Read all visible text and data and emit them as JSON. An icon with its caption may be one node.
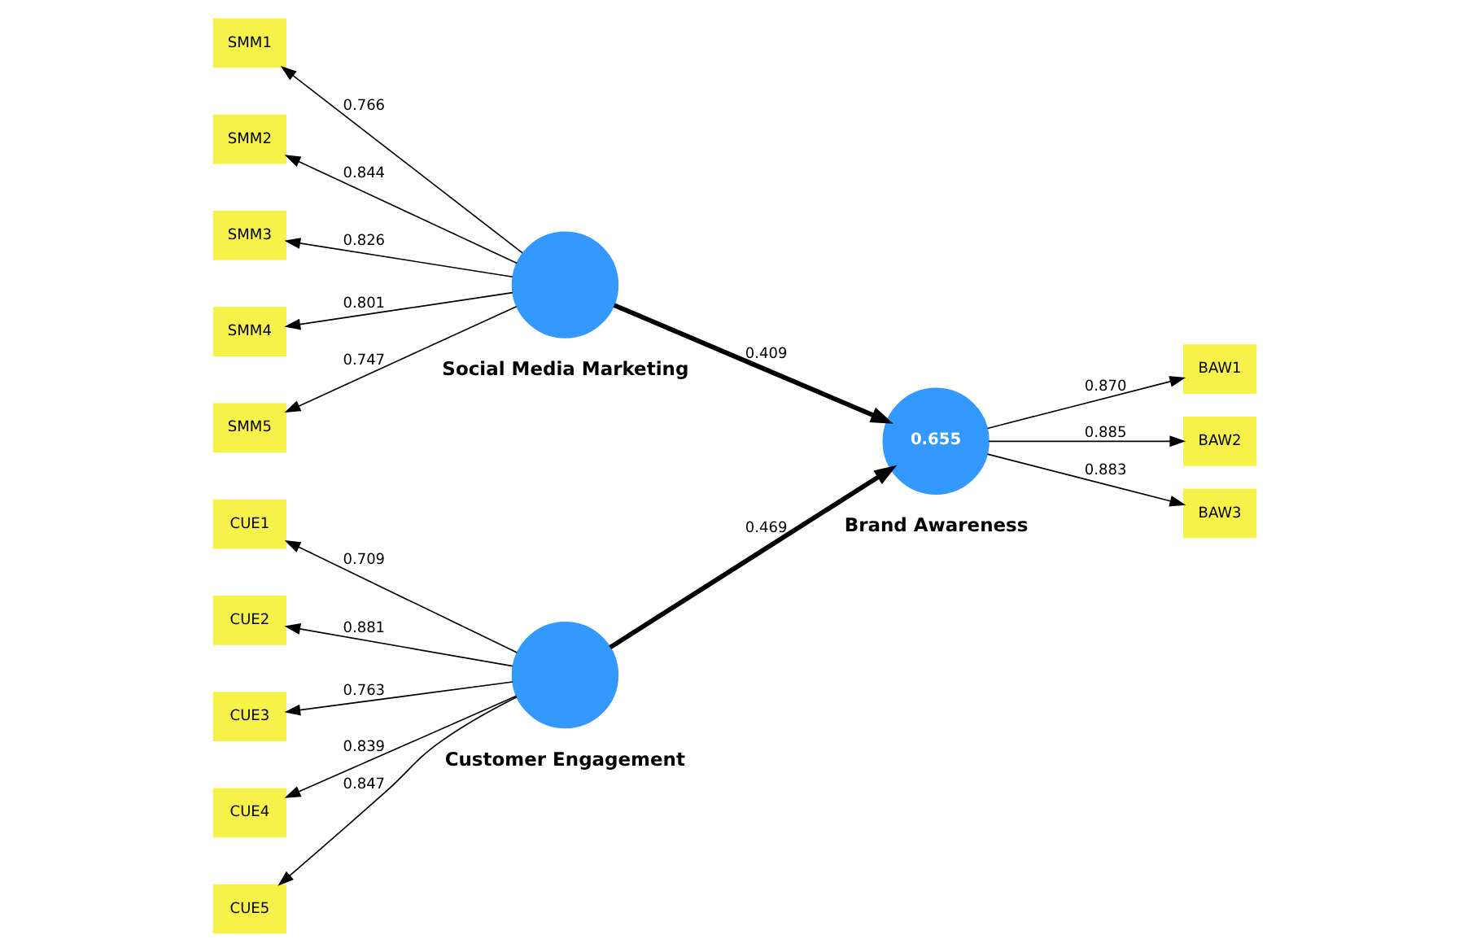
{
  "diagram": {
    "nodes": [
      {
        "text": [
          "SMM1"
        ]
      },
      {
        "text": [
          "SMM2"
        ]
      },
      {
        "text": [
          "SMM3"
        ]
      },
      {
        "text": [
          "SMM4"
        ]
      },
      {
        "text": [
          "SMM5"
        ]
      },
      {
        "text": [],
        "shape": "circle",
        "beside": [
          "Social Media Marketing"
        ]
      },
      {
        "text": [
          "CUE1"
        ]
      },
      {
        "text": [
          "CUE2"
        ]
      },
      {
        "text": [
          "CUE3"
        ]
      },
      {
        "text": [
          "CUE4"
        ]
      },
      {
        "text": [
          "CUE5"
        ]
      },
      {
        "text": [],
        "shape": "circle",
        "beside": [
          "Customer Engagement"
        ]
      },
      {
        "text": [
          "0.655"
        ],
        "beside": [
          "Brand Awareness"
        ]
      },
      {
        "text": [
          "BAW1"
        ]
      },
      {
        "text": [
          "BAW2"
        ]
      },
      {
        "text": [
          "BAW3"
        ]
      }
    ],
    "edges": [
      {
        "from": 5,
        "to": 0,
        "arrow": "to",
        "label": "0.766"
      },
      {
        "from": 5,
        "to": 1,
        "arrow": "to",
        "label": "0.844"
      },
      {
        "from": 5,
        "to": 2,
        "arrow": "to",
        "label": "0.826"
      },
      {
        "from": 5,
        "to": 3,
        "arrow": "to",
        "label": "0.801"
      },
      {
        "from": 5,
        "to": 4,
        "arrow": "to",
        "label": "0.747"
      },
      {
        "from": 11,
        "to": 6,
        "arrow": "to",
        "label": "0.709"
      },
      {
        "from": 11,
        "to": 7,
        "arrow": "to",
        "label": "0.881"
      },
      {
        "from": 11,
        "to": 8,
        "arrow": "to",
        "label": "0.763"
      },
      {
        "from": 11,
        "to": 9,
        "arrow": "to",
        "label": "0.839"
      },
      {
        "from": 11,
        "to": 10,
        "arrow": "to",
        "label": "0.847"
      },
      {
        "from": 5,
        "to": 12,
        "arrow": "to",
        "label": "0.409",
        "style": "thick"
      },
      {
        "from": 11,
        "to": 12,
        "arrow": "to",
        "label": "0.469",
        "style": "thick"
      },
      {
        "from": 12,
        "to": 13,
        "arrow": "to",
        "label": "0.870"
      },
      {
        "from": 12,
        "to": 14,
        "arrow": "to",
        "label": "0.885"
      },
      {
        "from": 12,
        "to": 15,
        "arrow": "to",
        "label": "0.883"
      }
    ]
  }
}
